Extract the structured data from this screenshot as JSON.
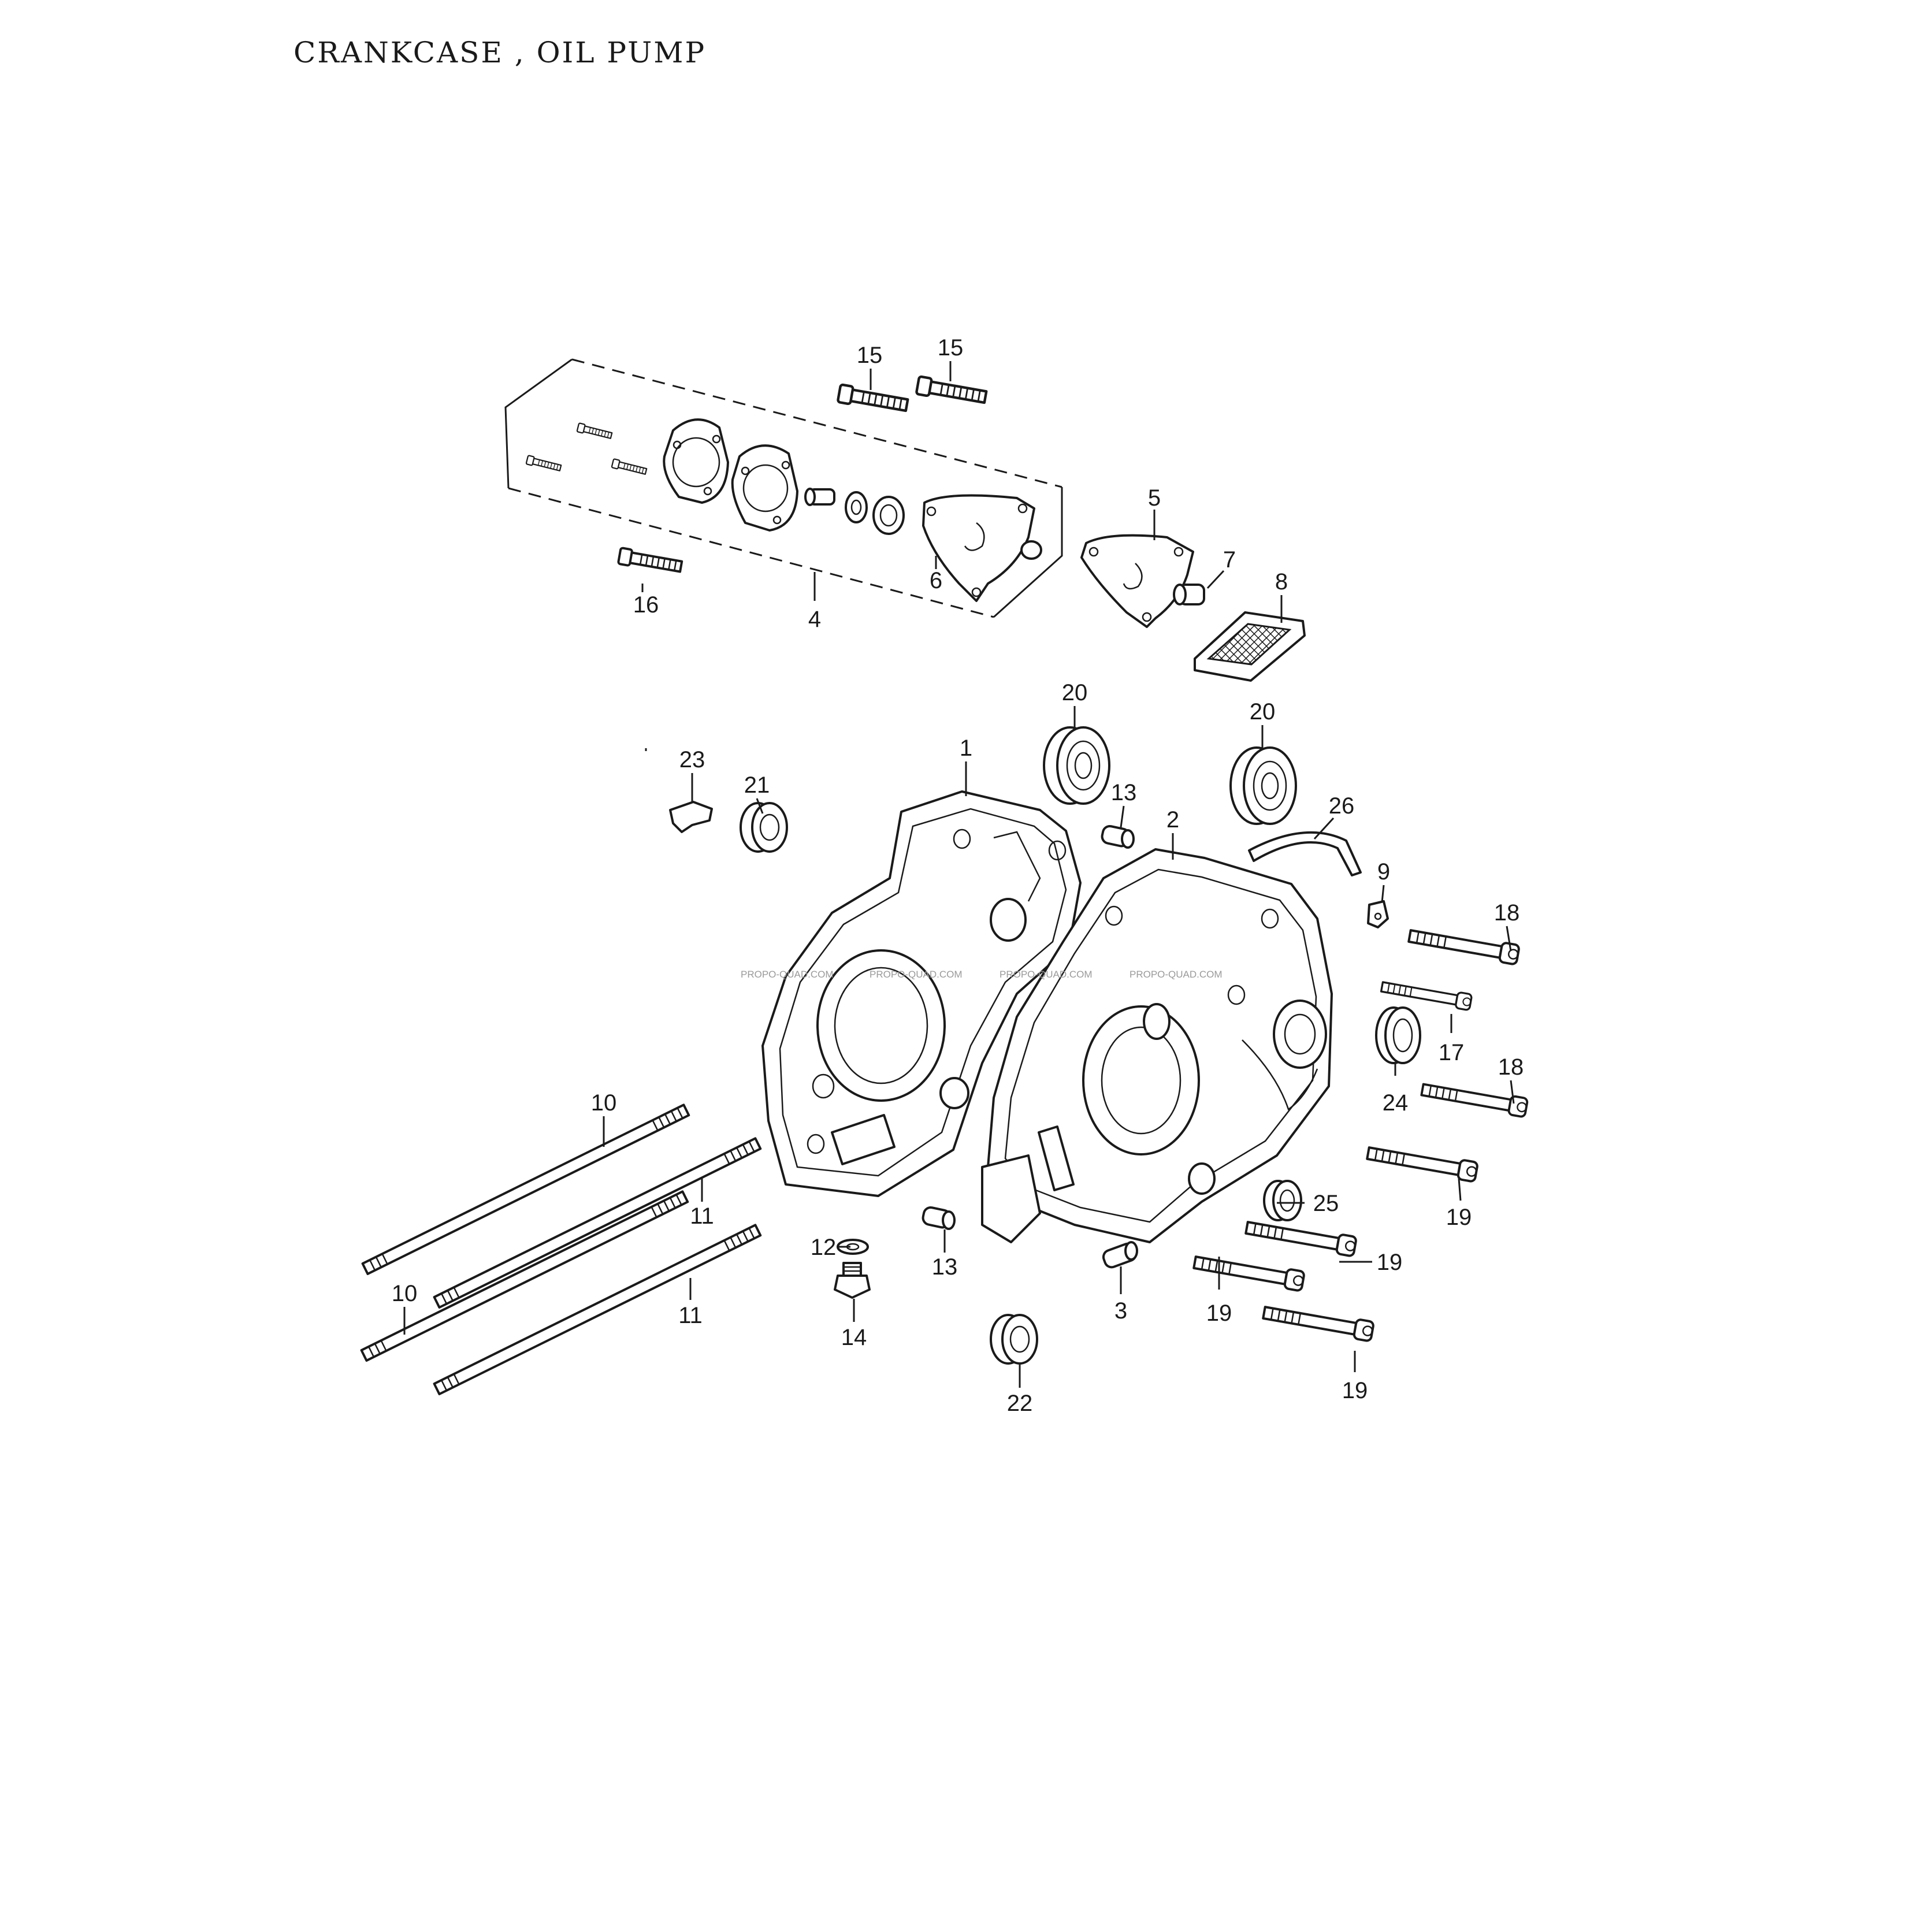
{
  "title": "CRANKCASE , OIL PUMP",
  "watermark": "PROPO-QUAD.COM",
  "callouts": [
    "1",
    "2",
    "3",
    "4",
    "5",
    "6",
    "7",
    "8",
    "9",
    "10",
    "10",
    "11",
    "11",
    "12",
    "13",
    "13",
    "14",
    "15",
    "15",
    "16",
    "17",
    "18",
    "18",
    "19",
    "19",
    "19",
    "19",
    "20",
    "20",
    "21",
    "22",
    "23",
    "24",
    "25",
    "26"
  ]
}
